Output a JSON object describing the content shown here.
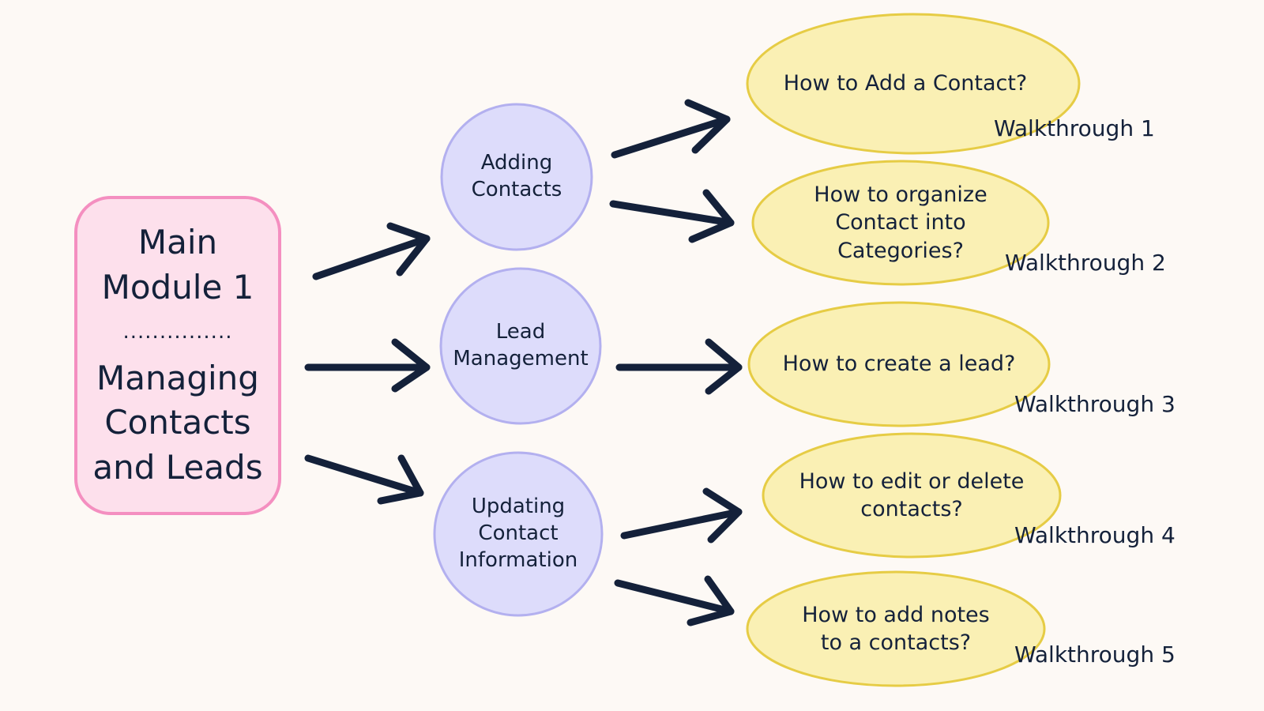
{
  "main_module": {
    "title_lines": [
      "Main",
      "Module 1"
    ],
    "separator": "...............",
    "subtitle_lines": [
      "Managing",
      "Contacts",
      "and Leads"
    ]
  },
  "topics": [
    {
      "lines": [
        "Adding",
        "Contacts"
      ]
    },
    {
      "lines": [
        "Lead",
        "Management"
      ]
    },
    {
      "lines": [
        "Updating",
        "Contact",
        "Information"
      ]
    }
  ],
  "questions": [
    {
      "lines": [
        "How to Add a Contact?"
      ],
      "walkthrough": "Walkthrough 1"
    },
    {
      "lines": [
        "How to organize",
        "Contact into",
        "Categories?"
      ],
      "walkthrough": "Walkthrough 2"
    },
    {
      "lines": [
        "How to create a lead?"
      ],
      "walkthrough": "Walkthrough 3"
    },
    {
      "lines": [
        "How to edit or delete",
        "contacts?"
      ],
      "walkthrough": "Walkthrough 4"
    },
    {
      "lines": [
        "How to add notes",
        "to a contacts?"
      ],
      "walkthrough": "Walkthrough 5"
    }
  ],
  "colors": {
    "background": "#fdf9f5",
    "main_fill": "#fde0ec",
    "main_stroke": "#f48fc0",
    "topic_fill": "#dddcfb",
    "topic_stroke": "#b3b0ef",
    "question_fill": "#faf0b4",
    "question_stroke": "#e6cc45",
    "ink": "#14213a"
  }
}
